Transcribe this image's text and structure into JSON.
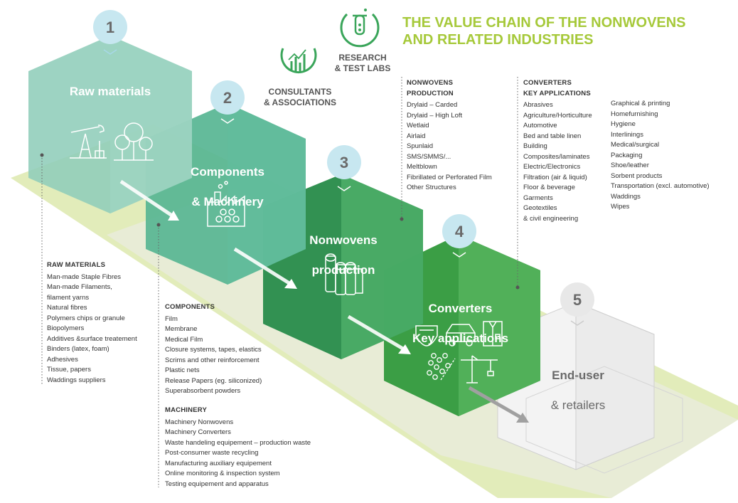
{
  "header": {
    "title": "THE VALUE CHAIN OF THE NONWOVENS\nAND RELATED INDUSTRIES",
    "research_label": "RESEARCH\n& TEST LABS",
    "consultants_label": "CONSULTANTS\n& ASSOCIATIONS"
  },
  "colors": {
    "accent_green": "#a6c93a",
    "icon_green": "#3aa55a",
    "stage1": "#8fcdb9",
    "stage2": "#57b592",
    "stage3": "#3a9e5a",
    "stage4": "#44a64c",
    "stage5": "#eeeeee",
    "path": "#dfeab2"
  },
  "stages": [
    {
      "number": "1",
      "title": "Raw materials",
      "icons": [
        "oil-pump-icon",
        "trees-icon"
      ]
    },
    {
      "number": "2",
      "title": "Components",
      "title_2": "& Machinery",
      "icons": [
        "factory-icon"
      ]
    },
    {
      "number": "3",
      "title": "Nonwovens",
      "title_2": "production",
      "icons": [
        "fabric-rolls-icon"
      ]
    },
    {
      "number": "4",
      "title": "Converters",
      "title_2": "Key applications",
      "icons": [
        "diaper-icon",
        "car-icon",
        "shirt-icon",
        "dots-icon",
        "crane-icon"
      ]
    },
    {
      "number": "5",
      "title": "End-user",
      "title_2": "& retailers",
      "icons": []
    }
  ],
  "raw_materials": {
    "heading": "RAW MATERIALS",
    "items": [
      "Man-made Staple Fibres",
      "Man-made Filaments,",
      "filament yarns",
      "Natural fibres",
      "Polymers chips or granule",
      "Biopolymers",
      "Additives &surface treatement",
      "Binders (latex, foam)",
      "Adhesives",
      "Tissue, papers",
      "Waddings suppliers"
    ]
  },
  "components": {
    "heading": "COMPONENTS",
    "items": [
      "Film",
      "Membrane",
      "Medical Film",
      "Closure systems, tapes, elastics",
      "Scrims and other reinforcement",
      "Plastic nets",
      "Release Papers (eg. siliconized)",
      "Superabsorbent powders"
    ]
  },
  "machinery": {
    "heading": "MACHINERY",
    "items": [
      "Machinery Nonwovens",
      "Machinery Converters",
      "Waste handeling equipement – production waste",
      "Post-consumer waste recycling",
      "Manufacturing auxiliary equipement",
      "Online monitoring & inspection system",
      "Testing equipement and apparatus"
    ]
  },
  "nonwovens_production": {
    "heading": "NONWOVENS\nPRODUCTION",
    "items": [
      "Drylaid – Carded",
      "Drylaid – High Loft",
      "Wetlaid",
      "Airlaid",
      "Spunlaid",
      "SMS/SMMS/...",
      "Meltblown",
      "Fibrillated or Perforated Film",
      "Other Structures"
    ]
  },
  "converters": {
    "heading": "CONVERTERS\nKEY APPLICATIONS",
    "col1": [
      "Abrasives",
      "Agriculture/Horticulture",
      "Automotive",
      "Bed and table linen",
      "Building",
      "Composites/laminates",
      "Electric/Electronics",
      "Filtration (air & liquid)",
      "Floor & beverage",
      "Garments",
      "Geotextiles",
      "& civil engineering"
    ],
    "col2": [
      "Graphical & printing",
      "Homefurnishing",
      "Hygiene",
      "Interlinings",
      "Medical/surgical",
      "Packaging",
      "Shoe/leather",
      "Sorbent products",
      "Transportation (excl. automotive)",
      "Waddings",
      "Wipes"
    ]
  }
}
